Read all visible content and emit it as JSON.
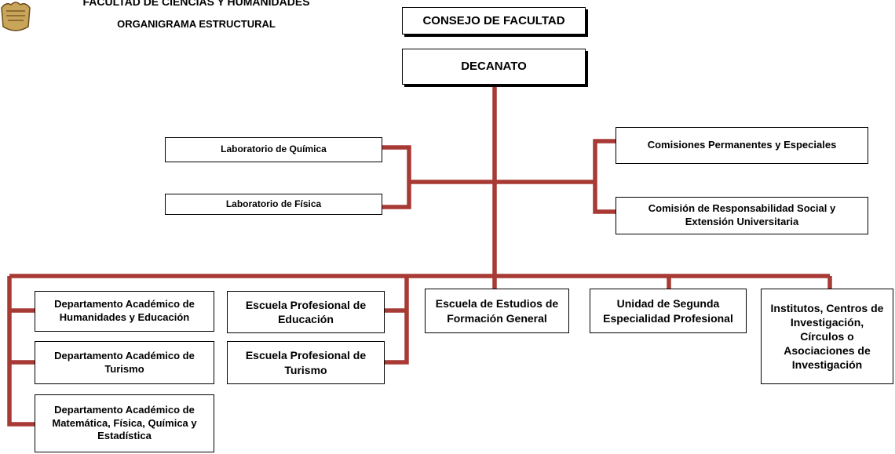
{
  "header": {
    "title": "FACULTAD DE CIENCIAS  Y HUMANIDADES",
    "subtitle": "ORGANIGRAMA ESTRUCTURAL"
  },
  "colors": {
    "connector": "#a83a35",
    "box_border": "#000000",
    "logo_fill": "#c9a55a"
  },
  "nodes": {
    "consejo": "CONSEJO DE FACULTAD",
    "decanato": "DECANATO",
    "lab_quimica": "Laboratorio de Química",
    "lab_fisica": "Laboratorio de Física",
    "comisiones": "Comisiones Permanentes y Especiales",
    "comision_rs": "Comisión de Responsabilidad Social y\nExtensión Universitaria",
    "dept_humanidades": "Departamento Académico de\nHumanidades y Educación",
    "dept_turismo": "Departamento Académico de\nTurismo",
    "dept_matematica": "Departamento Académico de\nMatemática, Física, Química y\nEstadística",
    "esc_educacion": "Escuela Profesional de\nEducación",
    "esc_turismo": "Escuela Profesional de\nTurismo",
    "esc_estudios": "Escuela de Estudios de\nFormación General",
    "unidad_segunda": "Unidad de Segunda\nEspecialidad Profesional",
    "institutos": "Institutos, Centros de\nInvestigación,\nCírculos o\nAsociaciones de\nInvestigación"
  }
}
